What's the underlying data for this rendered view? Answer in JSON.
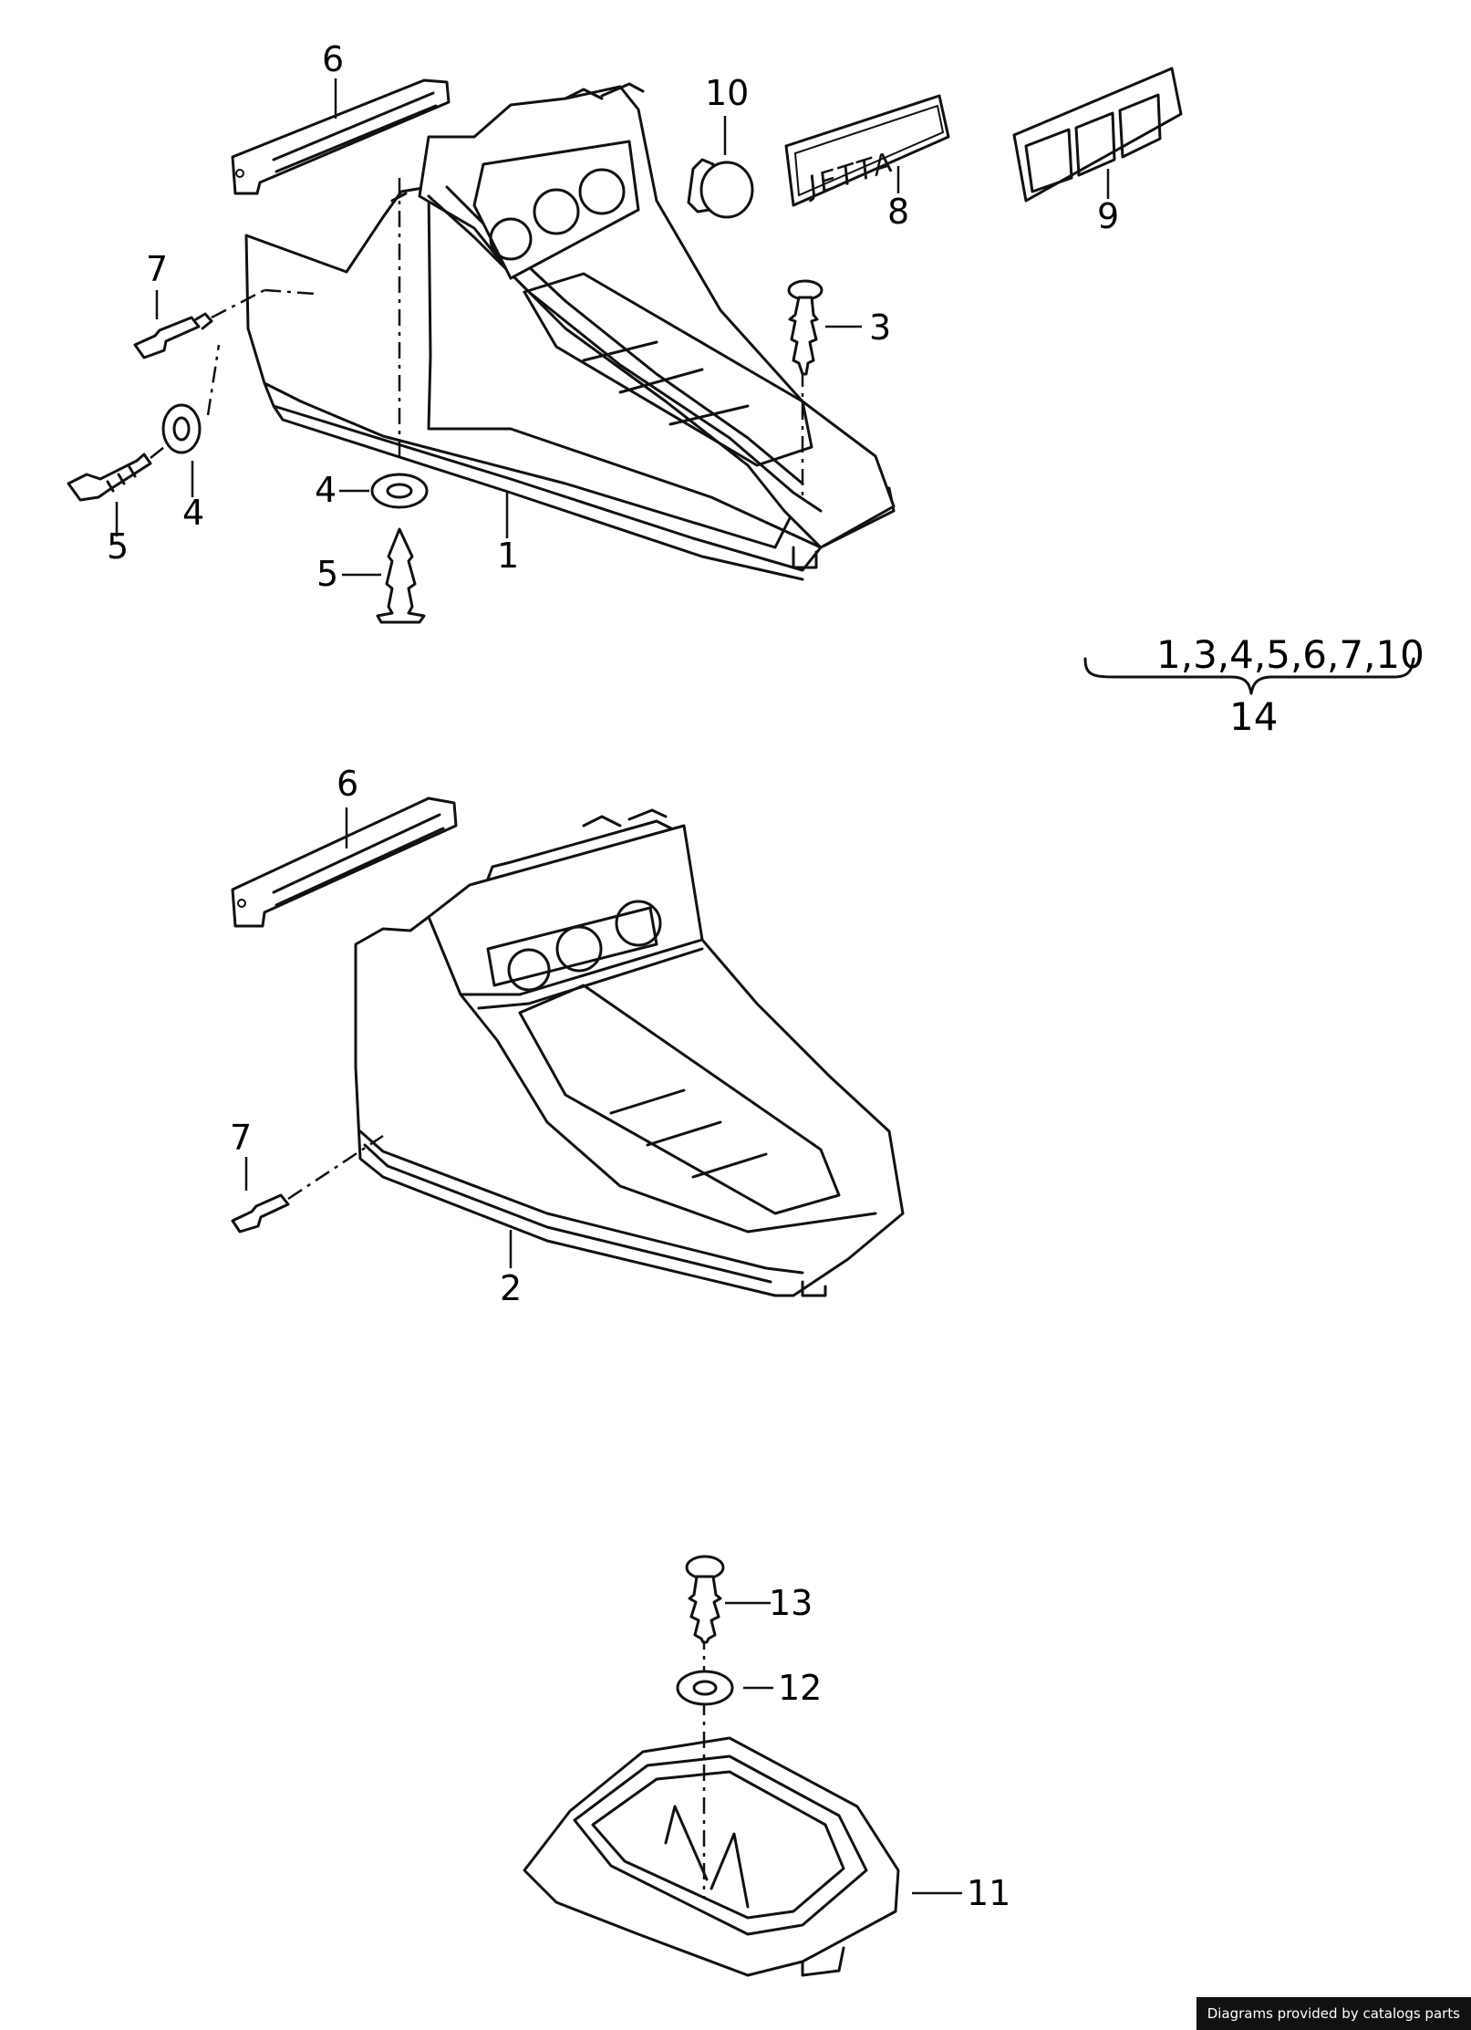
{
  "labels": {
    "top_6": "6",
    "top_10": "10",
    "top_7": "7",
    "top_3": "3",
    "top_8": "8",
    "top_9": "9",
    "top_4_left": "4",
    "top_5_left": "5",
    "top_4_mid": "4",
    "top_5_mid": "5",
    "top_1": "1",
    "group_parts": "1,3,4,5,6,7,10",
    "group_total": "14",
    "mid_6": "6",
    "mid_7": "7",
    "mid_2": "2",
    "bot_13": "13",
    "bot_12": "12",
    "bot_11": "11"
  },
  "emblem_text": "JETTA",
  "credit": "Diagrams provided by catalogs parts"
}
